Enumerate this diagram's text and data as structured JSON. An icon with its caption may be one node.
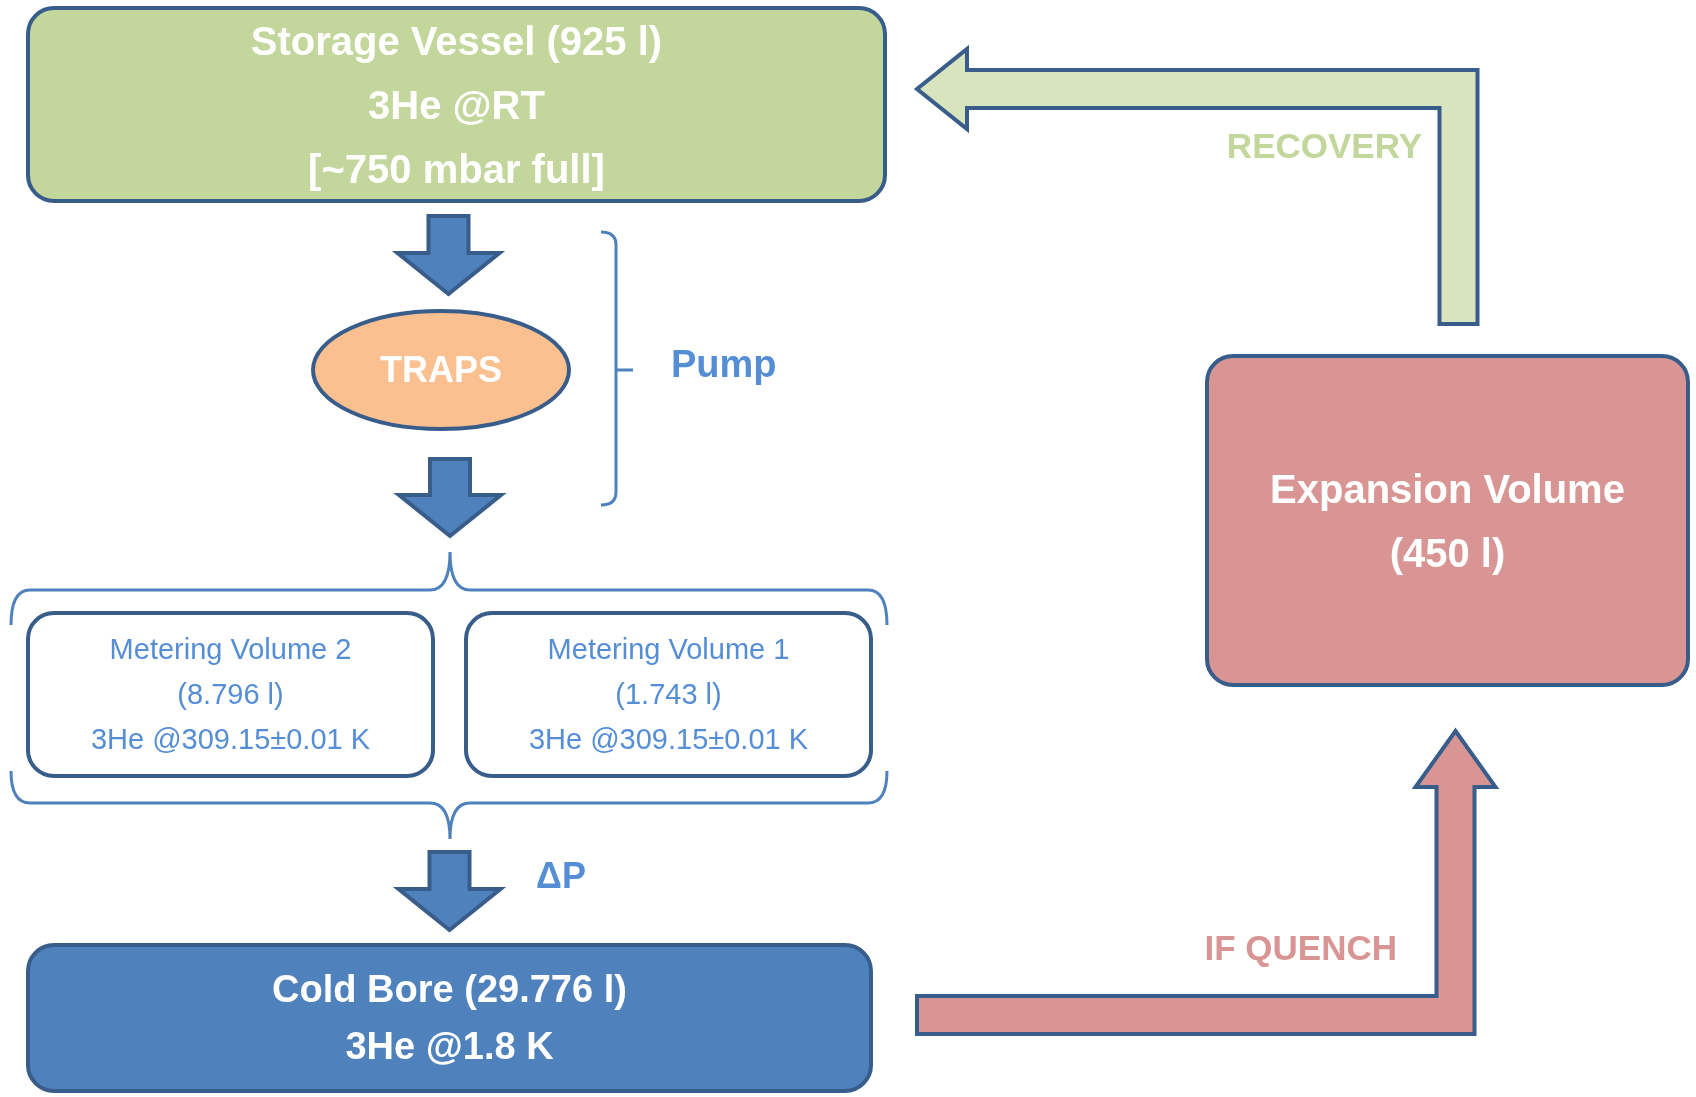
{
  "diagram": {
    "nodes": [
      {
        "text": [
          "Storage Vessel (925 l)",
          "3He @RT",
          "[~750 mbar full]"
        ]
      },
      {
        "text": [
          "TRAPS"
        ]
      },
      {
        "text": [
          "Metering Volume 2",
          "(8.796 l)",
          "3He @309.15±0.01 K"
        ]
      },
      {
        "text": [
          "Metering Volume 1",
          "(1.743 l)",
          "3He @309.15±0.01 K"
        ]
      },
      {
        "text": [
          "Cold Bore (29.776 l)",
          "3He @1.8 K"
        ]
      },
      {
        "text": [
          "Expansion Volume",
          "(450 l)"
        ]
      }
    ],
    "edges": [
      {
        "from": 0,
        "to": 1,
        "arrow": "to"
      },
      {
        "from": 1,
        "to": 2,
        "arrow": "to"
      },
      {
        "from": 1,
        "to": 3,
        "arrow": "to"
      },
      {
        "from": 2,
        "to": 4,
        "arrow": "to"
      },
      {
        "from": 3,
        "to": 4,
        "arrow": "to"
      },
      {
        "from": 4,
        "to": 5,
        "arrow": "to",
        "label": "IF QUENCH",
        "color": "#d99594"
      },
      {
        "from": 5,
        "to": 0,
        "arrow": "to",
        "label": "RECOVERY",
        "color": "#d7e4bd"
      }
    ],
    "labels": [
      "Pump",
      "ΔP"
    ]
  }
}
